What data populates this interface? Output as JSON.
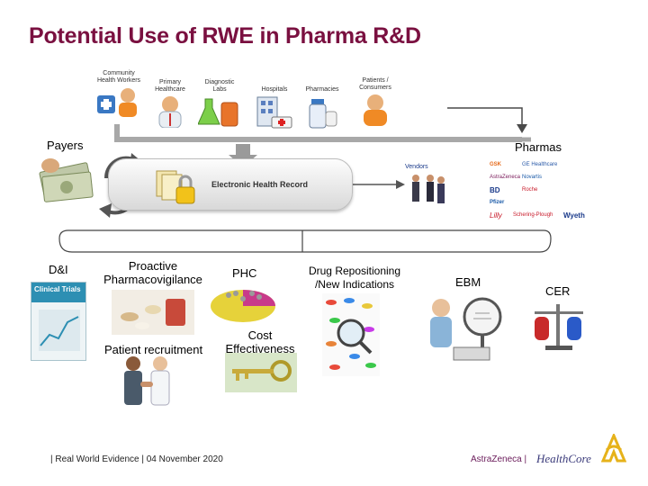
{
  "title": "Potential Use of RWE in Pharma R&D",
  "stakeholders": [
    {
      "label": "Community Health Workers"
    },
    {
      "label": "Primary Healthcare"
    },
    {
      "label": "Diagnostic Labs"
    },
    {
      "label": "Hospitals"
    },
    {
      "label": "Pharmacies"
    },
    {
      "label": "Patients / Consumers"
    }
  ],
  "payers_label": "Payers",
  "pharmas_label": "Pharmas",
  "ehr_label": "Electronic Health Record",
  "vendors_label": "Vendors",
  "pharma_logos": [
    "GSK",
    "GE Healthcare",
    "AstraZeneca",
    "BD",
    "Pfizer",
    "Lilly",
    "Novartis",
    "Roche",
    "Schering-Plough",
    "Wyeth"
  ],
  "uses": {
    "dni": "D&I",
    "pharmacovigilance": "Proactive Pharmacovigilance",
    "patient_recruitment": "Patient recruitment",
    "phc": "PHC",
    "cost_effectiveness": "Cost Effectiveness",
    "drug_repositioning": "Drug Repositioning /New Indications",
    "ebm": "EBM",
    "cer": "CER"
  },
  "book_title": "Clinical Trials",
  "footer": {
    "left": "| Real World Evidence | 04 November 2020",
    "company": "AstraZeneca |",
    "partner": "HealthCore"
  },
  "colors": {
    "title": "#7a1040",
    "line": "#a8a8a8",
    "ehr_arrow": "#9a9a9a"
  }
}
